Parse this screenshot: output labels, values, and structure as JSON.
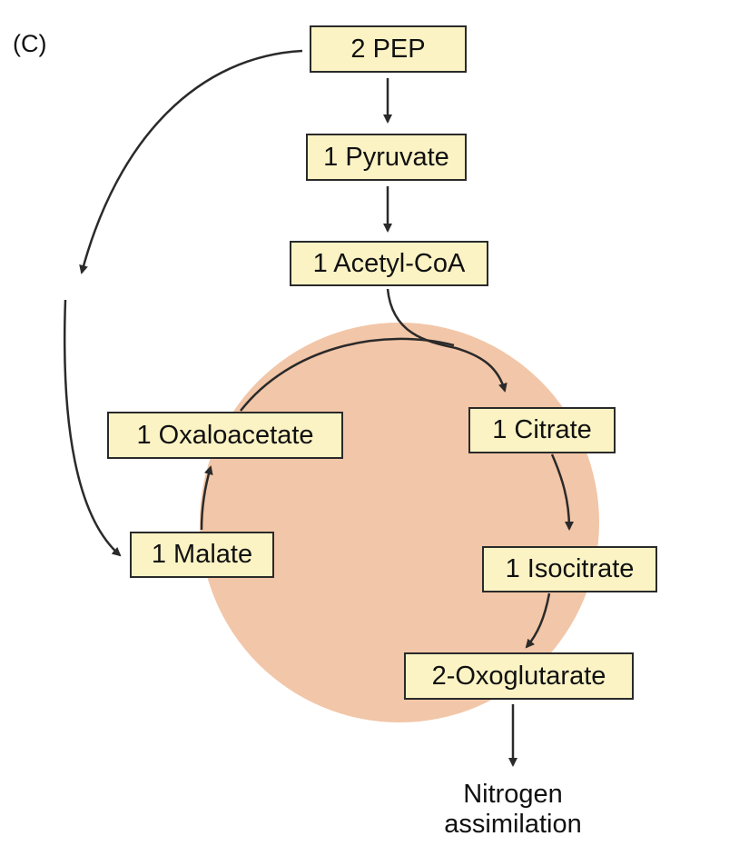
{
  "panel_label": "(C)",
  "colors": {
    "box_fill": "#fbf3c4",
    "cycle_fill": "#f2c6a8",
    "line": "#2a2a2a"
  },
  "nodes": {
    "pep": "2 PEP",
    "pyruvate": "1 Pyruvate",
    "acetyl_coa": "1 Acetyl-CoA",
    "citrate": "1 Citrate",
    "isocitrate": "1 Isocitrate",
    "oxoglutarate": "2-Oxoglutarate",
    "oxaloacetate": "1 Oxaloacetate",
    "malate": "1 Malate"
  },
  "output": {
    "line1": "Nitrogen",
    "line2": "assimilation"
  }
}
